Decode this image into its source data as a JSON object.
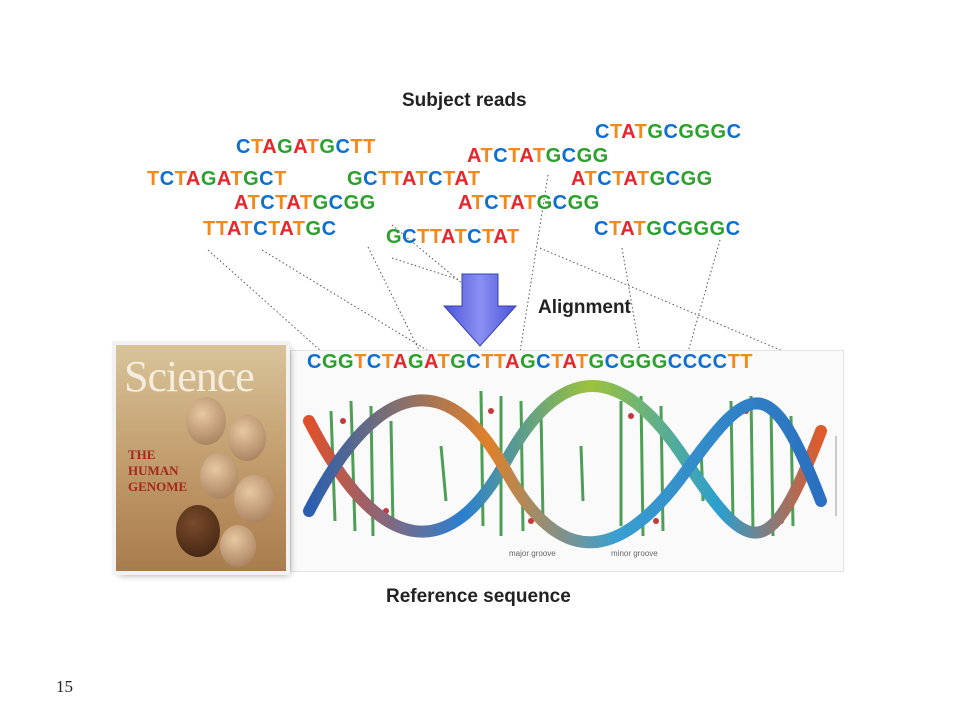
{
  "titles": {
    "subject_reads": "Subject reads",
    "alignment": "Alignment",
    "reference_sequence": "Reference sequence"
  },
  "reads": [
    {
      "id": "r1",
      "seq": "CTATGCGGGC"
    },
    {
      "id": "r2",
      "seq": "CTAGATGCTT"
    },
    {
      "id": "r3",
      "seq": "ATCTATGCGG"
    },
    {
      "id": "r4",
      "seq": "TCTAGATGCT"
    },
    {
      "id": "r5",
      "seq": "GCTTATCTAT"
    },
    {
      "id": "r6",
      "seq": "ATCTATGCGG"
    },
    {
      "id": "r7",
      "seq": "ATCTATGCGG"
    },
    {
      "id": "r8",
      "seq": "ATCTATGCGG"
    },
    {
      "id": "r9",
      "seq": "TTATCTATGC"
    },
    {
      "id": "r10",
      "seq": "GCTTATCTAT"
    },
    {
      "id": "r11",
      "seq": "CTATGCGGGC"
    }
  ],
  "reference": "CGGTCTAGATGCTTAGCTATGCGGGCCCCTT",
  "cover": {
    "masthead": "Science",
    "headline": "THE HUMAN GENOME"
  },
  "dna_labels": {
    "major_groove": "major groove",
    "minor_groove": "minor groove"
  },
  "base_colors": {
    "A": "#e8262a",
    "C": "#0d6fd0",
    "G": "#2ca02c",
    "T": "#f08a1e"
  },
  "page_number": "15"
}
